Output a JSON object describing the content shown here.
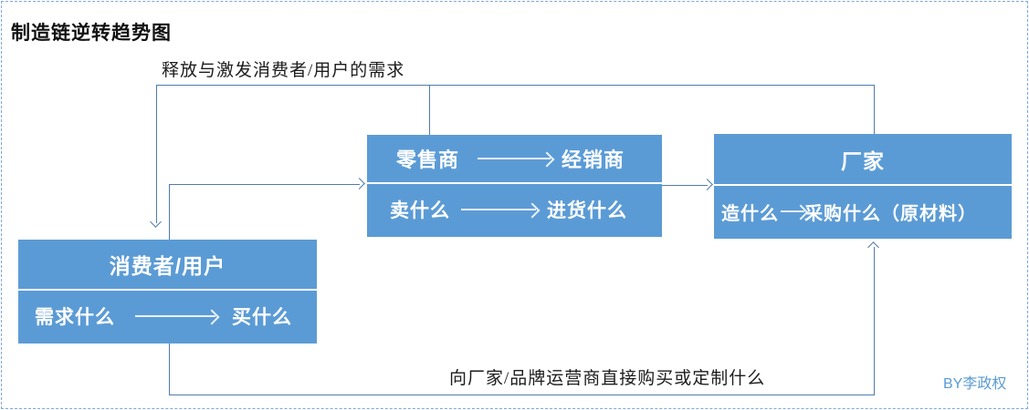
{
  "title": "制造链逆转趋势图",
  "annotations": {
    "top": "释放与激发消费者/用户的需求",
    "bottom": "向厂家/品牌运营商直接购买或定制什么"
  },
  "credit": "BY李政权",
  "boxes": {
    "consumer": {
      "header": "消费者/用户",
      "row": {
        "left": "需求什么",
        "right": "买什么"
      }
    },
    "retailer": {
      "rows": [
        {
          "left": "零售商",
          "right": "经销商"
        },
        {
          "left": "卖什么",
          "right": "进货什么"
        }
      ]
    },
    "factory": {
      "header": "厂家",
      "row": {
        "left": "造什么",
        "right": "采购什么（原材料）"
      }
    }
  },
  "colors": {
    "box_fill": "#5B9BD5",
    "box_text": "#FFFFFF",
    "connector": "#4F7CAD",
    "page_border": "#7DA7D9",
    "credit": "#5B9BD5"
  }
}
